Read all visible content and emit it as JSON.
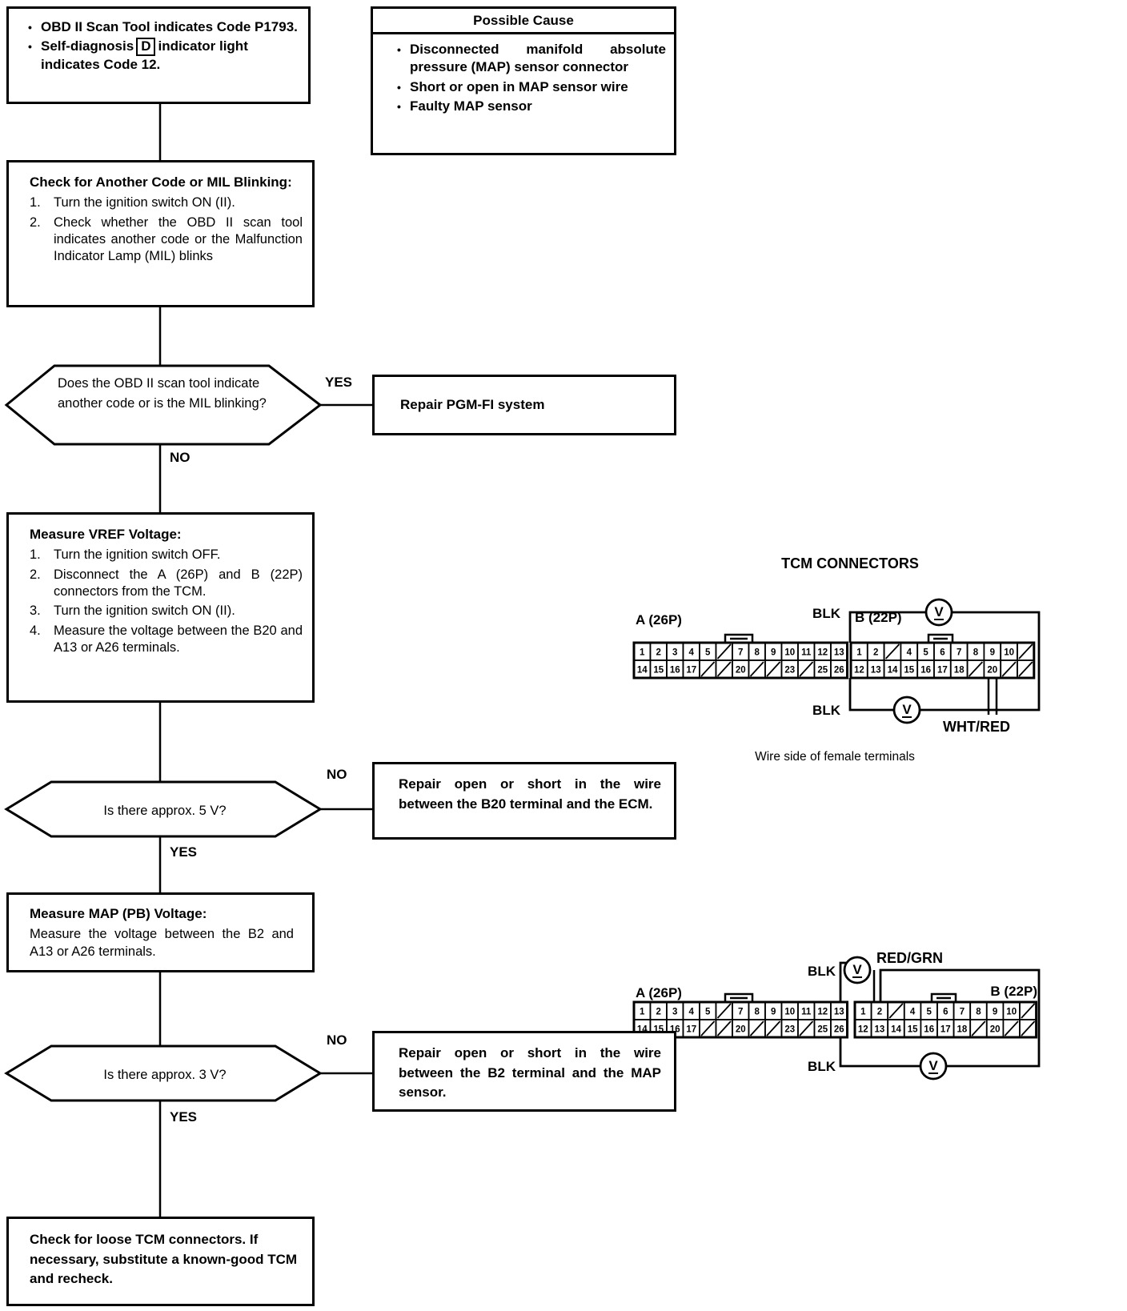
{
  "colors": {
    "ink": "#000000",
    "paper": "#ffffff"
  },
  "glyphs": {
    "bullet": "•"
  },
  "flow": {
    "start": {
      "bullet1": "OBD II Scan Tool indicates Code P1793.",
      "bullet2_pre": "Self-diagnosis",
      "bullet2_boxed": "D",
      "bullet2_post": "indicator light indicates Code 12."
    },
    "possible_cause": {
      "header": "Possible Cause",
      "items": [
        "Disconnected manifold absolute pressure (MAP) sensor connector",
        "Short or open in MAP sensor wire",
        "Faulty MAP sensor"
      ]
    },
    "check_code": {
      "title": "Check for Another Code or MIL Blinking:",
      "steps": [
        {
          "num": "1.",
          "text": "Turn the ignition switch ON (II)."
        },
        {
          "num": "2.",
          "text": "Check whether the OBD II scan tool indicates another code or the Malfunction Indicator Lamp (MIL) blinks"
        }
      ]
    },
    "decision1": {
      "question": "Does the OBD II scan tool indicate another code or is the MIL blinking?",
      "yes_label": "YES",
      "no_label": "NO"
    },
    "repair_pgmfi": {
      "text": "Repair PGM-FI system"
    },
    "measure_vref": {
      "title": "Measure VREF Voltage:",
      "steps": [
        {
          "num": "1.",
          "text": "Turn the ignition switch OFF."
        },
        {
          "num": "2.",
          "text": "Disconnect the A (26P) and B (22P) connectors from the TCM."
        },
        {
          "num": "3.",
          "text": "Turn the ignition switch ON (II)."
        },
        {
          "num": "4.",
          "text": "Measure the voltage between the B20 and A13 or A26 terminals."
        }
      ]
    },
    "decision2": {
      "question": "Is there approx. 5 V?",
      "no_label": "NO",
      "yes_label": "YES"
    },
    "repair_b20": {
      "text": "Repair open or short in the wire between the B20 terminal and the ECM."
    },
    "measure_map": {
      "title": "Measure MAP (PB) Voltage:",
      "body": "Measure the voltage between the B2 and A13 or A26 terminals."
    },
    "decision3": {
      "question": "Is there approx. 3 V?",
      "no_label": "NO",
      "yes_label": "YES"
    },
    "repair_b2": {
      "text": "Repair open or short in the wire between the B2 terminal and the MAP sensor."
    },
    "final": {
      "text": "Check for loose TCM connectors. If necessary, substitute a known-good TCM and recheck."
    }
  },
  "connector_pins": {
    "a_row1": [
      "1",
      "2",
      "3",
      "4",
      "5",
      "",
      "7",
      "8",
      "9",
      "10",
      "11",
      "12",
      "13"
    ],
    "a_row2": [
      "14",
      "15",
      "16",
      "17",
      "",
      "",
      "20",
      "",
      "",
      "23",
      "",
      "25",
      "26"
    ],
    "b_row1": [
      "1",
      "2",
      "",
      "4",
      "5",
      "6",
      "7",
      "8",
      "9",
      "10",
      ""
    ],
    "b_row2": [
      "12",
      "13",
      "14",
      "15",
      "16",
      "17",
      "18",
      "",
      "20",
      "",
      ""
    ]
  },
  "tcm_diagram_1": {
    "title": "TCM CONNECTORS",
    "connector_a_label": "A (26P)",
    "connector_b_label": "B (22P)",
    "wire_top_label": "BLK",
    "wire_bottom_label": "BLK",
    "wire_b20_label": "WHT/RED",
    "meter_symbol": "V",
    "caption": "Wire side of female terminals"
  },
  "tcm_diagram_2": {
    "connector_a_label": "A (26P)",
    "connector_b_label": "B (22P)",
    "wire_top_label": "BLK",
    "wire_bottom_label": "BLK",
    "wire_b2_label": "RED/GRN",
    "meter_symbol": "V"
  }
}
